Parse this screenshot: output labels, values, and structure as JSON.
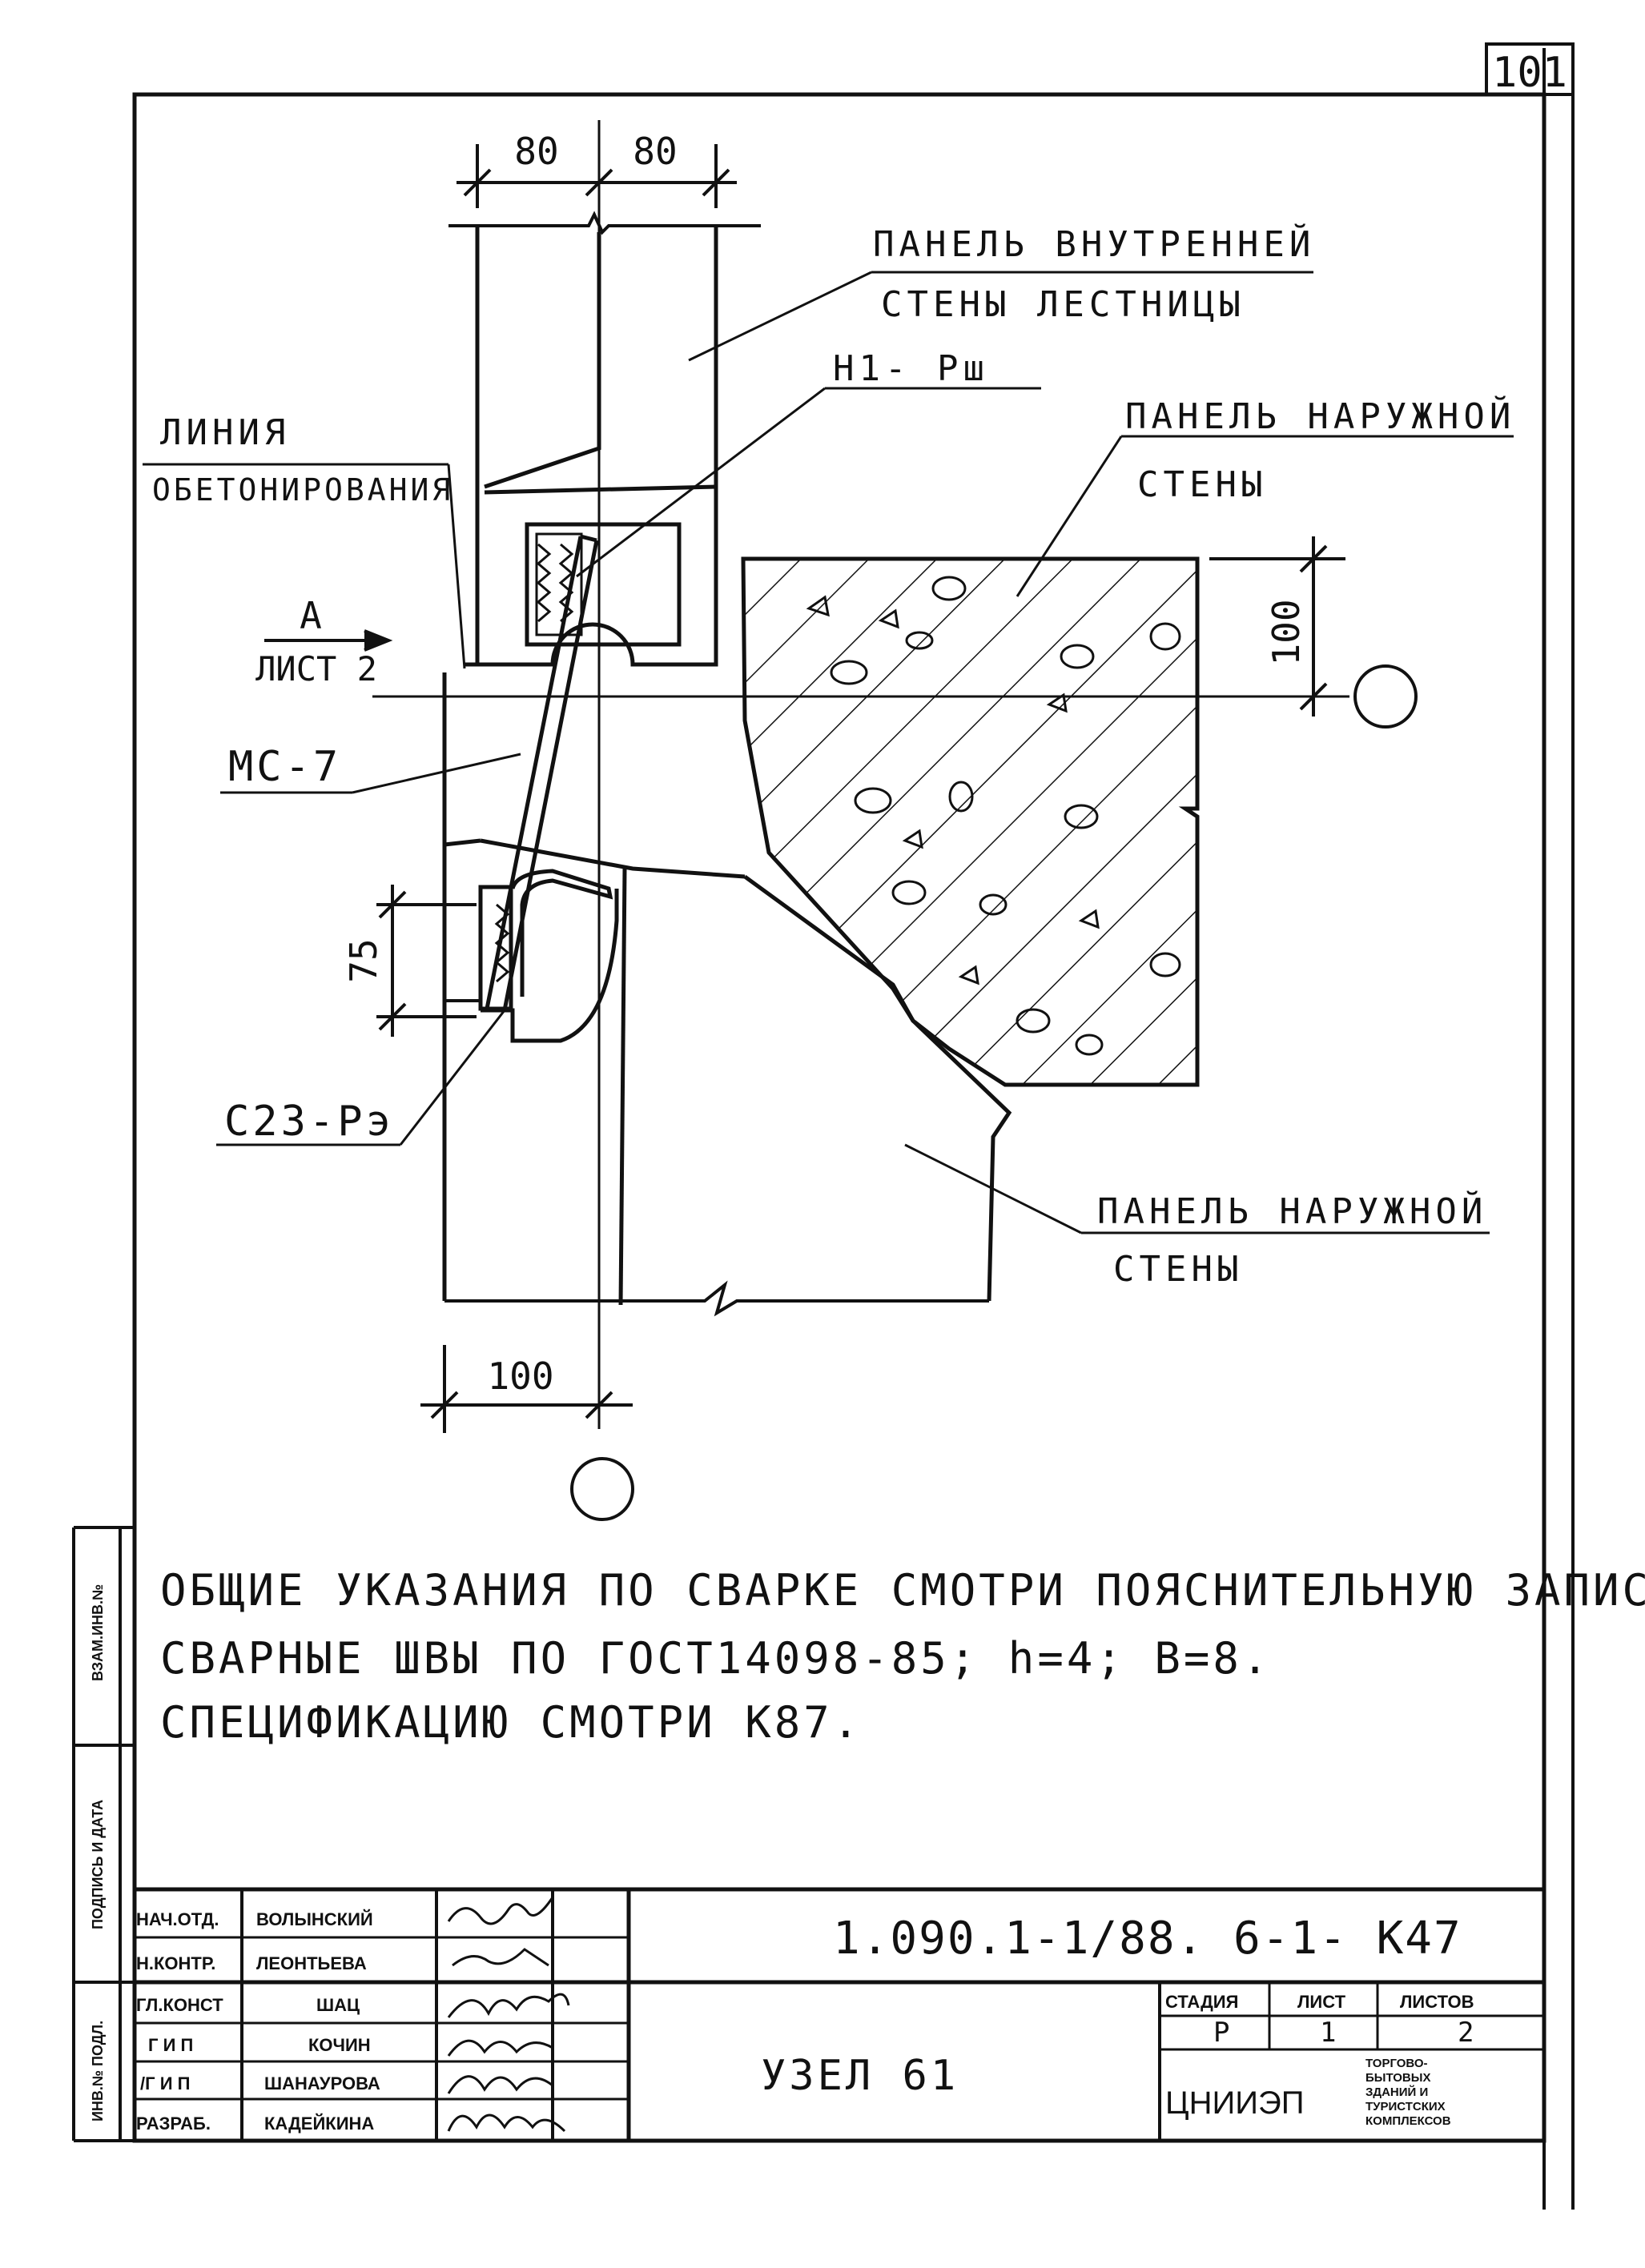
{
  "sheet": {
    "page_number": "101"
  },
  "dimensions": {
    "top_left": "80",
    "top_right": "80",
    "right_vertical": "100",
    "left_vertical": "75",
    "bottom": "100"
  },
  "section_marker": {
    "letter": "А",
    "sheet_ref": "ЛИСТ 2"
  },
  "labels": {
    "inner_panel": [
      "ПАНЕЛЬ ВНУТРЕННЕЙ",
      "СТЕНЫ ЛЕСТНИЦЫ"
    ],
    "embedded_part": "Н1- Рш",
    "concrete_line": [
      "ЛИНИЯ",
      "ОБЕТОНИРОВАНИЯ"
    ],
    "outer_panel_top": [
      "ПАНЕЛЬ НАРУЖНОЙ",
      "СТЕНЫ"
    ],
    "connector": "МС-7",
    "embedded_part_lower": "С23-Рэ",
    "outer_panel_bottom": [
      "ПАНЕЛЬ НАРУЖНОЙ",
      "СТЕНЫ"
    ]
  },
  "notes": [
    "ОБЩИЕ УКАЗАНИЯ ПО СВАРКЕ СМОТРИ ПОЯСНИТЕЛЬНУЮ ЗАПИСКУ.",
    "СВАРНЫЕ ШВЫ ПО ГОСТ14098-85; h=4; B=8.",
    "СПЕЦИФИКАЦИЮ СМОТРИ К87."
  ],
  "side_stamp": {
    "replacement": "ВЗАМ.ИНВ.№",
    "signature_date": "ПОДПИСЬ И ДАТА",
    "original": "ИНВ.№ ПОДЛ."
  },
  "title_block": {
    "roles": [
      {
        "role": "НАЧ.ОТД.",
        "name": "ВОЛЫНСКИЙ"
      },
      {
        "role": "Н.КОНТР.",
        "name": "ЛЕОНТЬЕВА"
      },
      {
        "role": "ГЛ.КОНСТ",
        "name": "ШАЦ"
      },
      {
        "role": "Г И П",
        "name": "КОЧИН"
      },
      {
        "role": "/Г И П",
        "name": "ШАНАУРОВА"
      },
      {
        "role": "РАЗРАБ.",
        "name": "КАДЕЙКИНА"
      }
    ],
    "document_code": "1.090.1-1/88. 6-1- К47",
    "drawing_title": "УЗЕЛ 61",
    "stage_header": "СТАДИЯ",
    "sheet_header": "ЛИСТ",
    "sheets_header": "ЛИСТОВ",
    "stage": "Р",
    "sheet": "1",
    "sheets": "2",
    "organization": "ЦНИИЭП",
    "organization_subtitle": [
      "ТОРГОВО-",
      "БЫТОВЫХ",
      "ЗДАНИЙ И",
      "ТУРИСТСКИХ",
      "КОМПЛЕКСОВ"
    ]
  }
}
